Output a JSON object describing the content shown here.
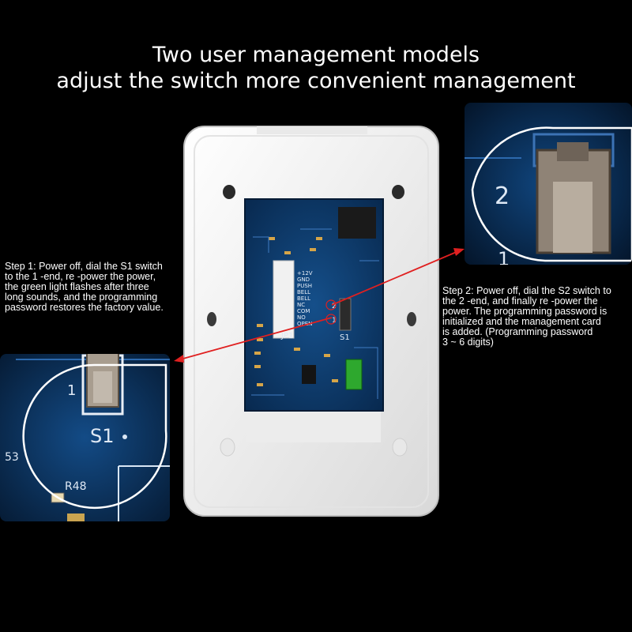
{
  "title": {
    "line1": "Two user management models",
    "line2": "adjust the switch more convenient management"
  },
  "step1": {
    "lines": [
      "Step 1: Power off, dial the S1 switch",
      "to the 1 -end, re -power the power,",
      "the green light flashes after three",
      "long sounds, and the programming",
      "password restores the factory value."
    ]
  },
  "step2": {
    "lines": [
      "Step 2: Power off, dial the S2 switch to",
      "the 2 -end, and finally re -power the",
      "power. The programming password is",
      "initialized and the management card",
      "is added. (Programming password",
      "3 ~ 6 digits)"
    ]
  },
  "board": {
    "pin_labels": [
      "+12V",
      "GND",
      "PUSH",
      "BELL",
      "BELL",
      "NC",
      "COM",
      "NO",
      "OPEN"
    ],
    "connector_label": "JP1",
    "switch_label": "S1",
    "switch_mark_1": "1",
    "switch_mark_2": "2"
  },
  "zoom_left": {
    "switch_label": "S1",
    "mark": "1",
    "ref_a": "53",
    "ref_b": "R48"
  },
  "zoom_right": {
    "mark_top": "2",
    "mark_bottom": "1"
  },
  "colors": {
    "background": "#000000",
    "board": "#0b3b6e",
    "arrow": "#e02020",
    "case": "#f2f2f2"
  }
}
